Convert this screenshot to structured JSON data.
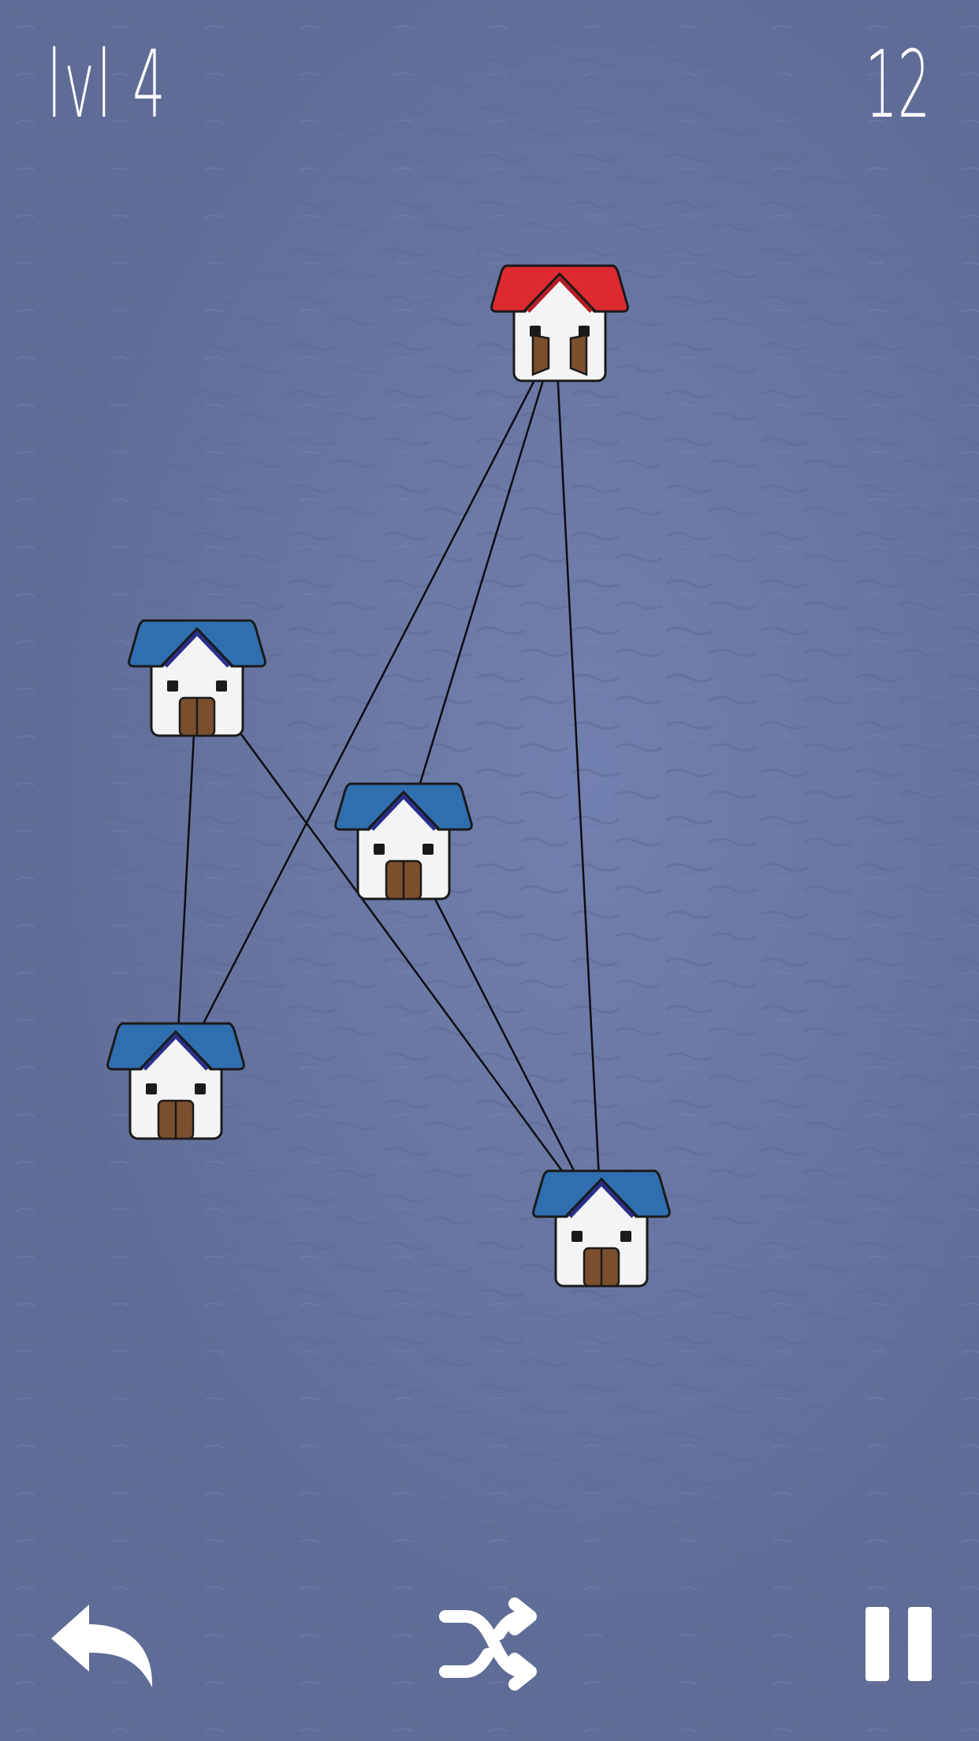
{
  "hud": {
    "level": "lvl 4",
    "moves": "12"
  },
  "colors": {
    "background": "#6a78a5",
    "roof_normal": "#2f6fb0",
    "roof_selected": "#dd2a30",
    "door": "#7b4e2e",
    "wall": "#f4f4f4",
    "line": "#0d0d10"
  },
  "houses": [
    {
      "id": "top",
      "state": "selected",
      "roof": "red",
      "door": "open"
    },
    {
      "id": "left-upper",
      "state": "normal",
      "roof": "blue",
      "door": "closed"
    },
    {
      "id": "center",
      "state": "normal",
      "roof": "blue",
      "door": "closed"
    },
    {
      "id": "left-lower",
      "state": "normal",
      "roof": "blue",
      "door": "closed"
    },
    {
      "id": "bottom-right",
      "state": "normal",
      "roof": "blue",
      "door": "closed"
    }
  ],
  "connections": [
    [
      "top",
      "left-lower"
    ],
    [
      "top",
      "center"
    ],
    [
      "top",
      "bottom-right"
    ],
    [
      "left-upper",
      "left-lower"
    ],
    [
      "left-upper",
      "bottom-right"
    ],
    [
      "center",
      "bottom-right"
    ]
  ],
  "controls": {
    "undo": "undo-icon",
    "shuffle": "shuffle-icon",
    "pause": "pause-icon"
  }
}
